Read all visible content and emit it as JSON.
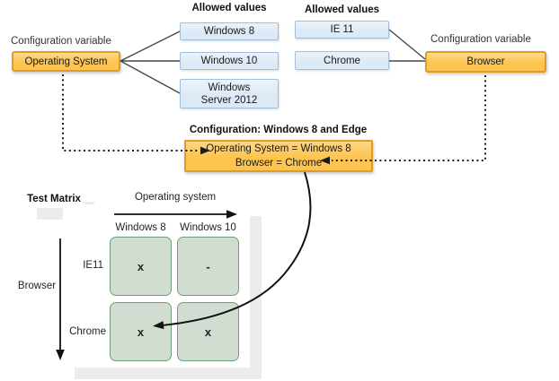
{
  "os_variable": {
    "caption": "Configuration variable",
    "name": "Operating System",
    "allowed_heading": "Allowed values",
    "values": [
      "Windows 8",
      "Windows 10",
      "Windows Server 2012"
    ]
  },
  "browser_variable": {
    "caption": "Configuration variable",
    "name": "Browser",
    "allowed_heading": "Allowed values",
    "values": [
      "IE 11",
      "Chrome"
    ]
  },
  "configuration": {
    "title": "Configuration: Windows 8 and Edge",
    "assignments": [
      "Operating System = Windows 8",
      "Browser = Chrome"
    ]
  },
  "test_matrix": {
    "title": "Test Matrix",
    "x_axis_label": "Operating system",
    "y_axis_label": "Browser",
    "columns": [
      "Windows 8",
      "Windows 10"
    ],
    "rows": [
      "IE11",
      "Chrome"
    ],
    "cells": [
      [
        "x",
        "-"
      ],
      [
        "x",
        "x"
      ]
    ]
  },
  "colors": {
    "variable_box_fill": "#fdc44f",
    "variable_box_border": "#e09b26",
    "value_box_fill": "#dce9f6",
    "value_box_border": "#a0bfdf",
    "matrix_cell_fill": "#d2ddd2",
    "matrix_cell_border": "#6f9e78",
    "connector": "#474747",
    "dotted": "#1a1a1a",
    "arrow": "#111111",
    "shadow": "#ececec"
  }
}
